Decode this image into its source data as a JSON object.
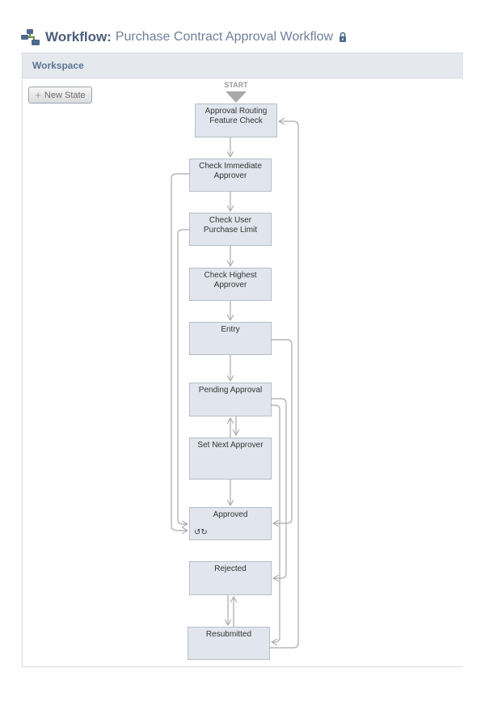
{
  "header": {
    "label": "Workflow:",
    "name": "Purchase Contract Approval Workflow",
    "workflow_icon": "workflow-icon",
    "lock_icon": "lock-icon"
  },
  "workspace": {
    "title": "Workspace",
    "new_state_label": "New State",
    "start_label": "START"
  },
  "states": {
    "approval_routing": "Approval Routing Feature Check",
    "check_immediate": "Check Immediate Approver",
    "check_user_limit": "Check User Purchase Limit",
    "check_highest": "Check Highest Approver",
    "entry": "Entry",
    "pending_approval": "Pending Approval",
    "set_next_approver": "Set Next Approver",
    "approved": "Approved",
    "rejected": "Rejected",
    "resubmitted": "Resubmitted"
  },
  "colors": {
    "state_fill": "#e1e6ee",
    "state_border": "#b6bdc6",
    "connector": "#a9a9a9",
    "title": "#4d5f79"
  }
}
